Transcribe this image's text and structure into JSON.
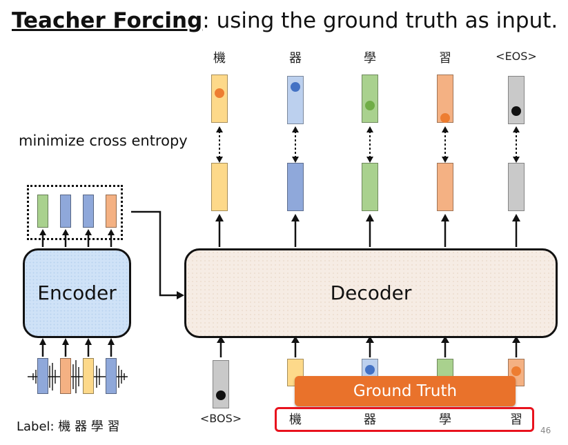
{
  "title": {
    "bold": "Teacher Forcing",
    "rest": ": using the ground truth as input."
  },
  "note": "minimize cross entropy",
  "encoder_label": "Encoder",
  "decoder_label": "Decoder",
  "output_tokens": [
    "機",
    "器",
    "學",
    "習",
    "<EOS>"
  ],
  "bos_label": "<BOS>",
  "ground_truth_label": "Ground Truth",
  "ground_truth_tokens": [
    "機",
    "器",
    "學",
    "習"
  ],
  "label_text": "Label: 機 器 學 習",
  "page_number": "46",
  "colors": {
    "yellow": "#fdd98a",
    "blue": "#8fb1e0",
    "green": "#a9d18e",
    "orange": "#f4b183",
    "gray": "#c9c9c9",
    "dot_orange": "#ed7d31",
    "dot_blue": "#4472c4",
    "dot_green": "#70ad47",
    "dot_black": "#111111",
    "ground_truth_bar": "#e9722b",
    "red_box": "#e8121d"
  }
}
